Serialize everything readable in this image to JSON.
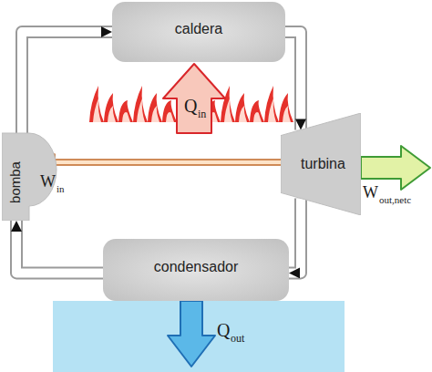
{
  "diagram": {
    "nodes": [
      {
        "text": [
          "caldera"
        ]
      },
      {
        "text": [
          "bomba"
        ]
      },
      {
        "text": [
          "turbina"
        ]
      },
      {
        "text": [
          "condensador"
        ]
      }
    ],
    "edges": [
      {
        "from": 0,
        "to": 2,
        "arrow": "to"
      },
      {
        "from": 2,
        "to": 3,
        "arrow": "to"
      },
      {
        "from": 3,
        "to": 1,
        "arrow": "to"
      },
      {
        "from": 1,
        "to": 0,
        "arrow": "to"
      }
    ],
    "labels": [
      "Q",
      "in",
      "W",
      "in",
      "W",
      "out,netc",
      "Q",
      "out"
    ]
  }
}
